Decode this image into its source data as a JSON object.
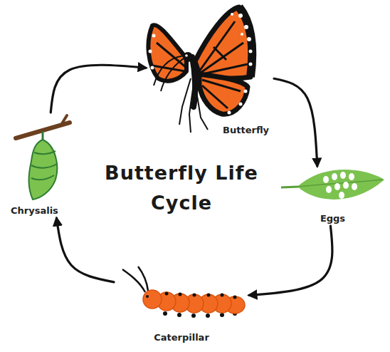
{
  "diagram": {
    "title": "Butterfly Life Cycle",
    "nodes": [
      {
        "text": [
          "Butterfly"
        ]
      },
      {
        "text": [
          "Eggs"
        ]
      },
      {
        "text": [
          "Caterpillar"
        ]
      },
      {
        "text": [
          "Chrysalis"
        ]
      }
    ],
    "edges": [
      {
        "from": 0,
        "to": 1,
        "arrow": "to"
      },
      {
        "from": 1,
        "to": 2,
        "arrow": "to"
      },
      {
        "from": 2,
        "to": 3,
        "arrow": "to"
      },
      {
        "from": 3,
        "to": 0,
        "arrow": "to"
      }
    ]
  }
}
